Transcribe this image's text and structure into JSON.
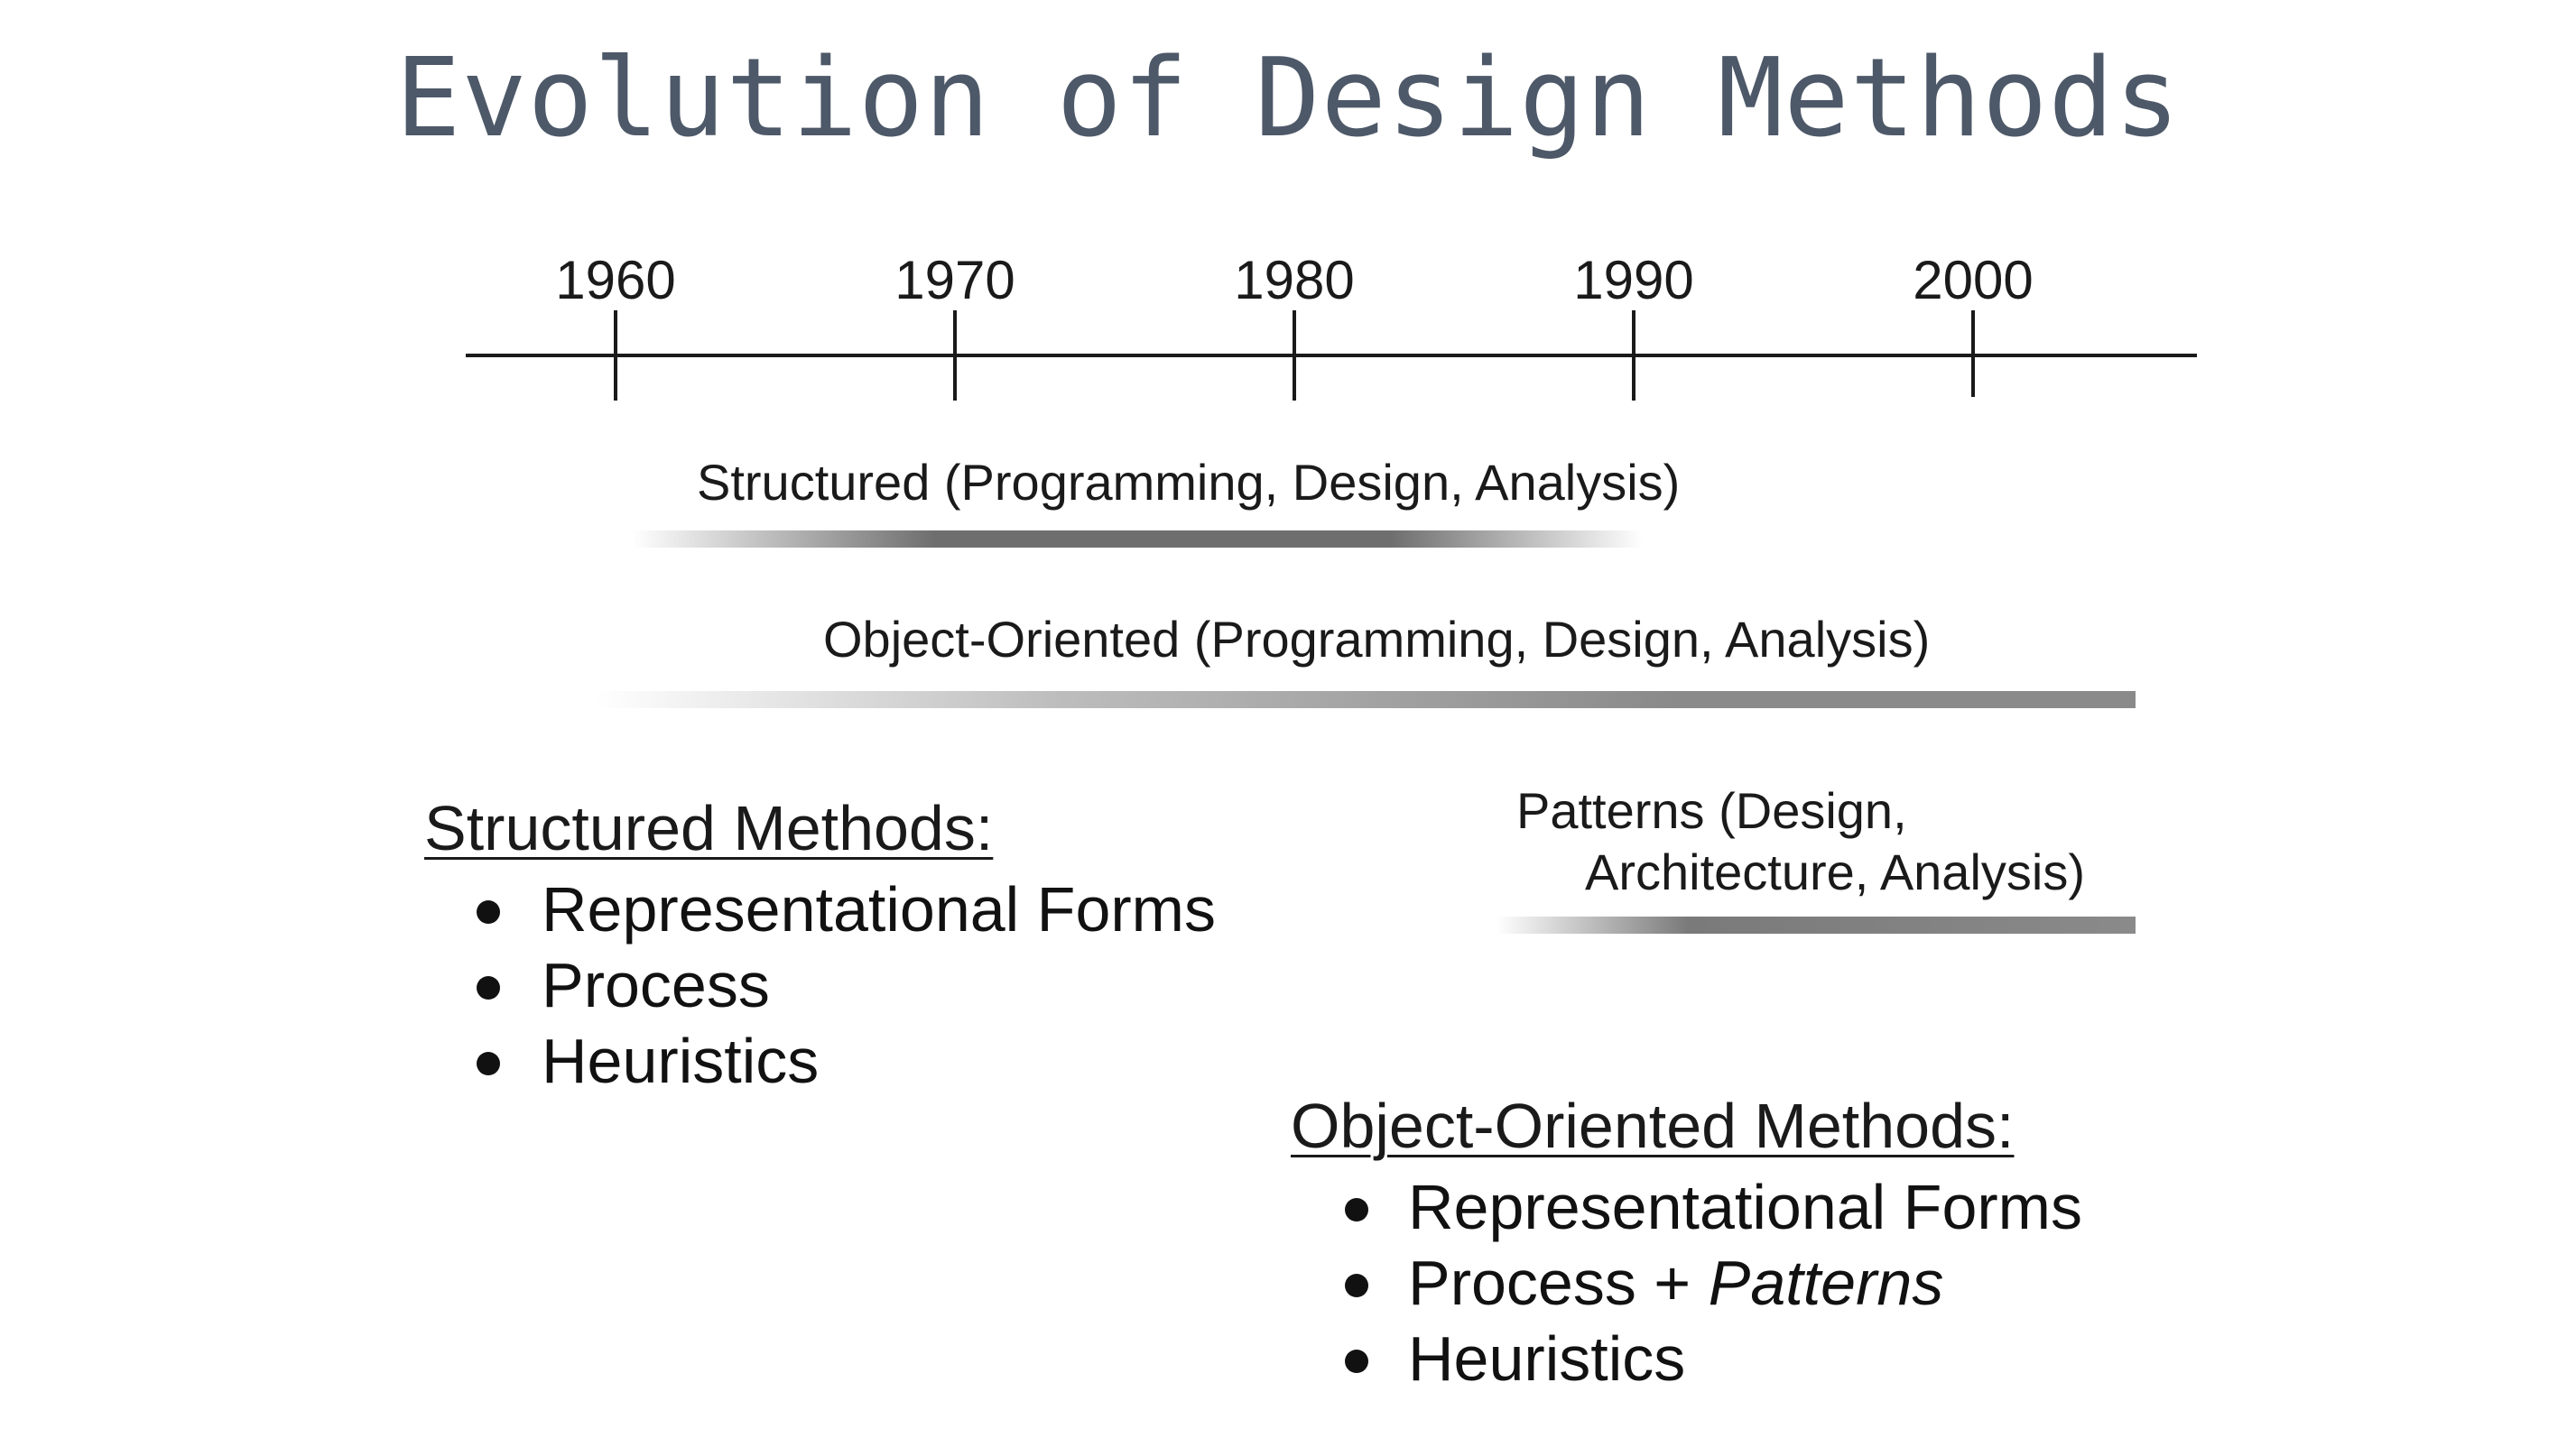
{
  "title": "Evolution of Design Methods",
  "timeline": {
    "years": [
      "1960",
      "1970",
      "1980",
      "1990",
      "2000"
    ]
  },
  "eras": [
    {
      "label": "Structured (Programming, Design, Analysis)"
    },
    {
      "label": "Object-Oriented (Programming, Design, Analysis)"
    },
    {
      "label_line1": "Patterns (Design,",
      "label_line2": "Architecture, Analysis)"
    }
  ],
  "structured_methods": {
    "heading": "Structured Methods:",
    "items": [
      "Representational Forms",
      "Process",
      "Heuristics"
    ]
  },
  "oo_methods": {
    "heading": "Object-Oriented Methods:",
    "items": [
      "Representational Forms",
      "Process + ",
      "Heuristics"
    ],
    "item2_emphasis": "Patterns"
  },
  "colors": {
    "title": "#4d5868",
    "bar": "#8a8a8a",
    "text": "#1a1a1a"
  }
}
